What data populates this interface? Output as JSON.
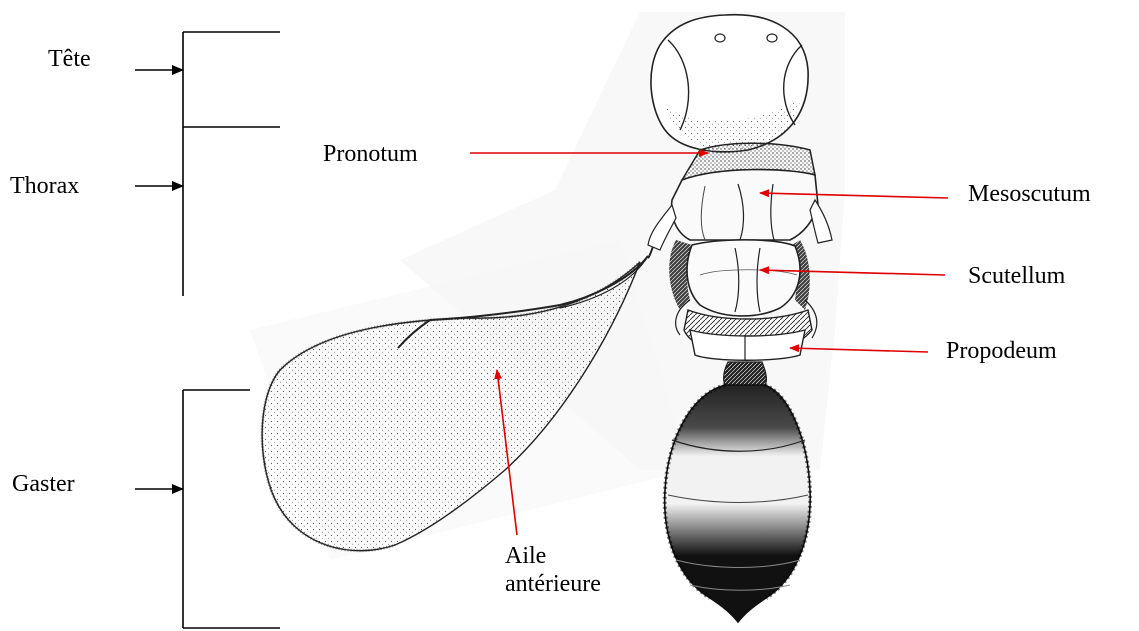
{
  "segments": {
    "head": "Tête",
    "thorax": "Thorax",
    "gaster": "Gaster"
  },
  "parts": {
    "pronotum": "Pronotum",
    "mesoscutum": "Mesoscutum",
    "scutellum": "Scutellum",
    "propodeum": "Propodeum",
    "forewing": "Aile\nantérieure"
  },
  "colors": {
    "pointer_arrow": "#e00000",
    "bracket": "#000000",
    "body_dark": "#1a1a1a",
    "body_light": "#f4f4f4"
  }
}
